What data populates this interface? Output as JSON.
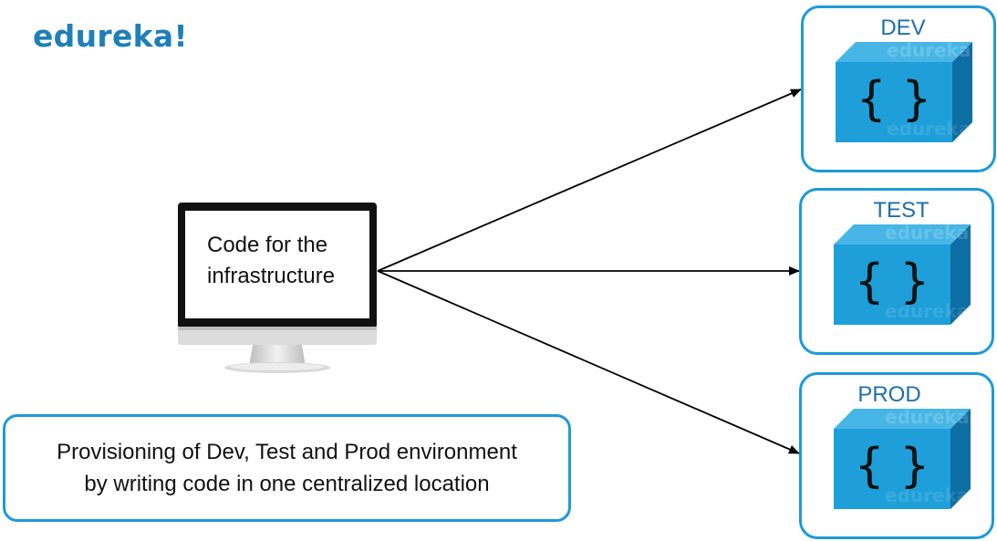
{
  "logo": {
    "text": "edureka!",
    "color": "#1f7fb8"
  },
  "source": {
    "line1": "Code for the",
    "line2": "infrastructure"
  },
  "environments": [
    {
      "label": "DEV"
    },
    {
      "label": "TEST"
    },
    {
      "label": "PROD"
    }
  ],
  "cube": {
    "glyph": "{ }",
    "watermark": "edureka!"
  },
  "caption": {
    "line1": "Provisioning of Dev, Test and Prod environment",
    "line2": "by writing code in one centralized location"
  },
  "colors": {
    "border": "#1c9ad8",
    "label": "#1f6ea9",
    "cube_front": "#1e9fd9",
    "cube_top": "#47b6e6",
    "cube_side": "#0d6ea3"
  }
}
